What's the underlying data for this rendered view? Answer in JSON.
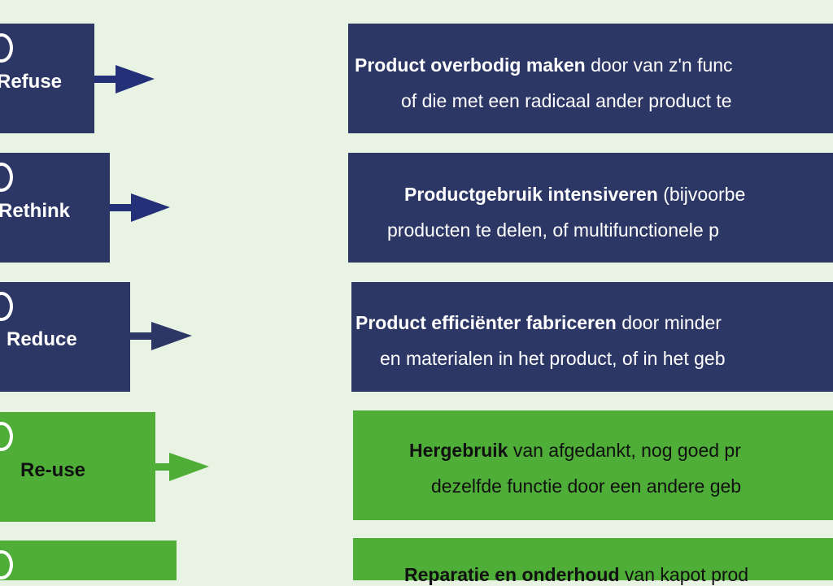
{
  "colors": {
    "navy": "#2d3766",
    "green": "#4fae37",
    "background": "#e8f3e4"
  },
  "steps": [
    {
      "name": "Refuse",
      "bold": "Product overbodig maken",
      "line1": " door van z'n func",
      "line2": "of die met een radicaal ander product te"
    },
    {
      "name": "Rethink",
      "bold": "Productgebruik intensiveren",
      "line1": " (bijvoorbe",
      "line2": "producten te delen, of multifunctionele p"
    },
    {
      "name": "Reduce",
      "bold": "Product efficiënter fabriceren",
      "line1": " door minder",
      "line2": "en materialen in het product, of in het geb"
    },
    {
      "name": "Re-use",
      "bold": "Hergebruik",
      "line1": " van afgedankt, nog goed pr",
      "line2": "dezelfde functie door een andere geb"
    },
    {
      "name": "",
      "bold": "Reparatie en onderhoud",
      "line1": " van kapot prod",
      "line2": ""
    }
  ]
}
